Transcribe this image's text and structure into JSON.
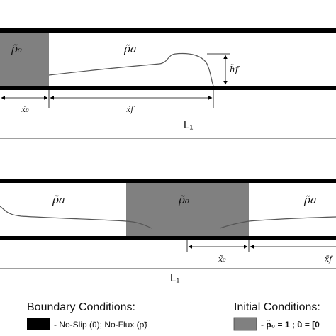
{
  "colors": {
    "wall": "#000000",
    "fluid_block": "#808080",
    "background": "#ffffff",
    "interface_line": "#555555"
  },
  "panel_a": {
    "rho_0": "ρ̃₀",
    "rho_a": "ρ̃a",
    "h_f": "h̃f",
    "x_0": "x̃₀",
    "x_f": "x̃f",
    "length": "L₁"
  },
  "panel_b": {
    "rho_a_left": "ρ̃a",
    "rho_0": "ρ̃₀",
    "rho_a_right": "ρ̃a",
    "x_0": "x̃₀",
    "x_f": "x̃f",
    "length": "L₁"
  },
  "legend": {
    "boundary_title": "Boundary Conditions:",
    "boundary_item": "- No-Slip (ũ); No-Flux (ρ̃)",
    "initial_title": "Initial Conditions:",
    "initial_item": "- ρ̃₀ = 1 ; ũ = [0"
  }
}
